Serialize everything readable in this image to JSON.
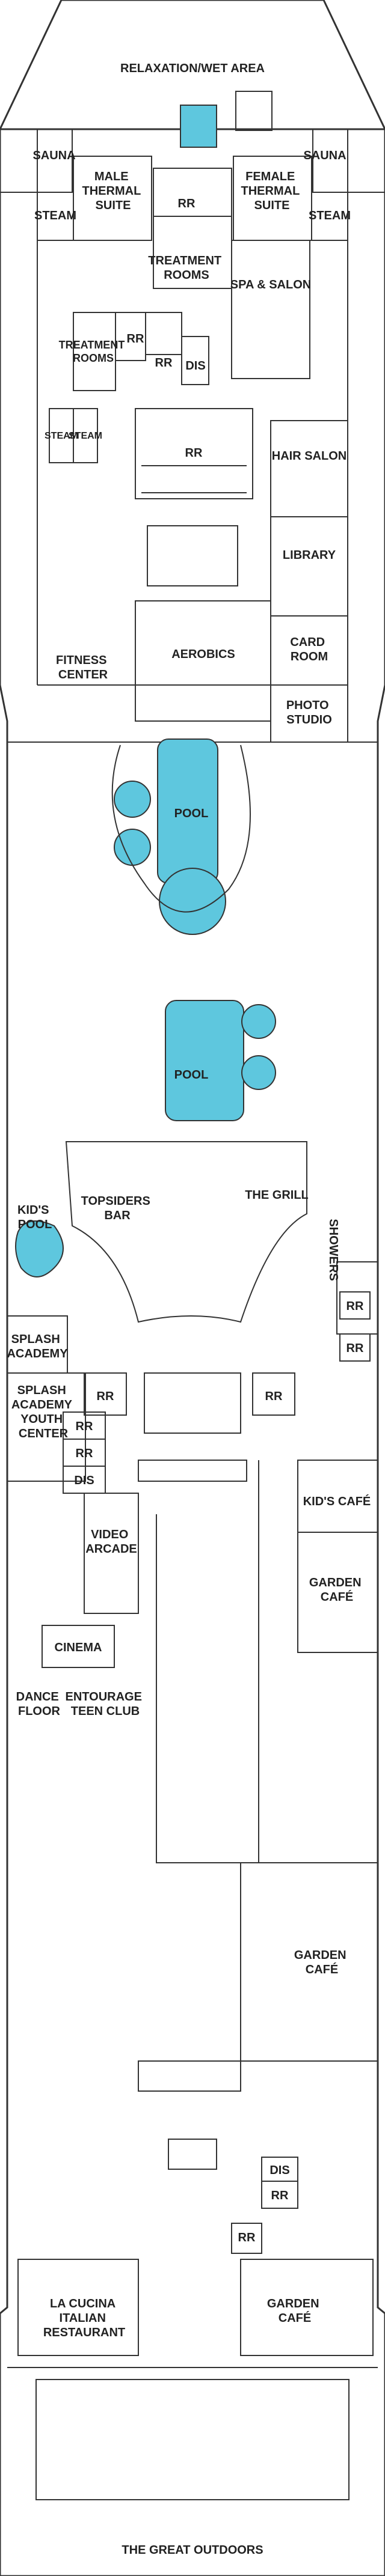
{
  "colors": {
    "line": "#333333",
    "pool": "#5ec7de",
    "background": "#ffffff"
  },
  "labels": {
    "relaxation": "RELAXATION/WET AREA",
    "sauna_left": "SAUNA",
    "sauna_right": "SAUNA",
    "steam_left": "STEAM",
    "steam_right": "STEAM",
    "male_suite": [
      "MALE",
      "THERMAL",
      "SUITE"
    ],
    "female_suite": [
      "FEMALE",
      "THERMAL",
      "SUITE"
    ],
    "rr_top": "RR",
    "treatment_rooms_center": [
      "TREATMENT",
      "ROOMS"
    ],
    "spa_salon": "SPA & SALON",
    "treatment_rooms_vertical": [
      "TREATMENT",
      "ROOMS"
    ],
    "rr_spa": "RR",
    "rr_spa2": "RR",
    "dis_spa": "DIS",
    "steam_box1": "STEAM",
    "steam_box2": "STEAM",
    "rr_mid": "RR",
    "hair_salon": "HAIR SALON",
    "library": "LIBRARY",
    "aerobics": "AEROBICS",
    "fitness_center": [
      "FITNESS",
      "CENTER"
    ],
    "card_room": [
      "CARD",
      "ROOM"
    ],
    "photo_studio": [
      "PHOTO",
      "STUDIO"
    ],
    "pool1": "POOL",
    "pool2": "POOL",
    "kids_pool": [
      "KID'S",
      "POOL"
    ],
    "topsiders_bar": [
      "TOPSIDERS",
      "BAR"
    ],
    "the_grill": "THE GRILL",
    "showers": "SHOWERS",
    "rr_showers1": "RR",
    "rr_showers2": "RR",
    "splash_academy": [
      "SPLASH",
      "ACADEMY"
    ],
    "splash_academy_youth": [
      "SPLASH",
      "ACADEMY",
      "YOUTH",
      "CENTER"
    ],
    "rr_youth": "RR",
    "rr_center": "RR",
    "rr_list": [
      "RR",
      "RR",
      "DIS"
    ],
    "video_arcade": [
      "VIDEO",
      "ARCADE"
    ],
    "kids_cafe": "KID'S CAFÉ",
    "garden_cafe_1": [
      "GARDEN",
      "CAFÉ"
    ],
    "cinema": "CINEMA",
    "dance_floor": [
      "DANCE",
      "FLOOR"
    ],
    "entourage": [
      "ENTOURAGE",
      "TEEN CLUB"
    ],
    "garden_cafe_2": [
      "GARDEN",
      "CAFÉ"
    ],
    "dis_aft": "DIS",
    "rr_aft1": "RR",
    "rr_aft2": "RR",
    "la_cucina": [
      "LA CUCINA",
      "ITALIAN",
      "RESTAURANT"
    ],
    "garden_cafe_3": [
      "GARDEN",
      "CAFÉ"
    ],
    "great_outdoors": "THE GREAT OUTDOORS"
  }
}
